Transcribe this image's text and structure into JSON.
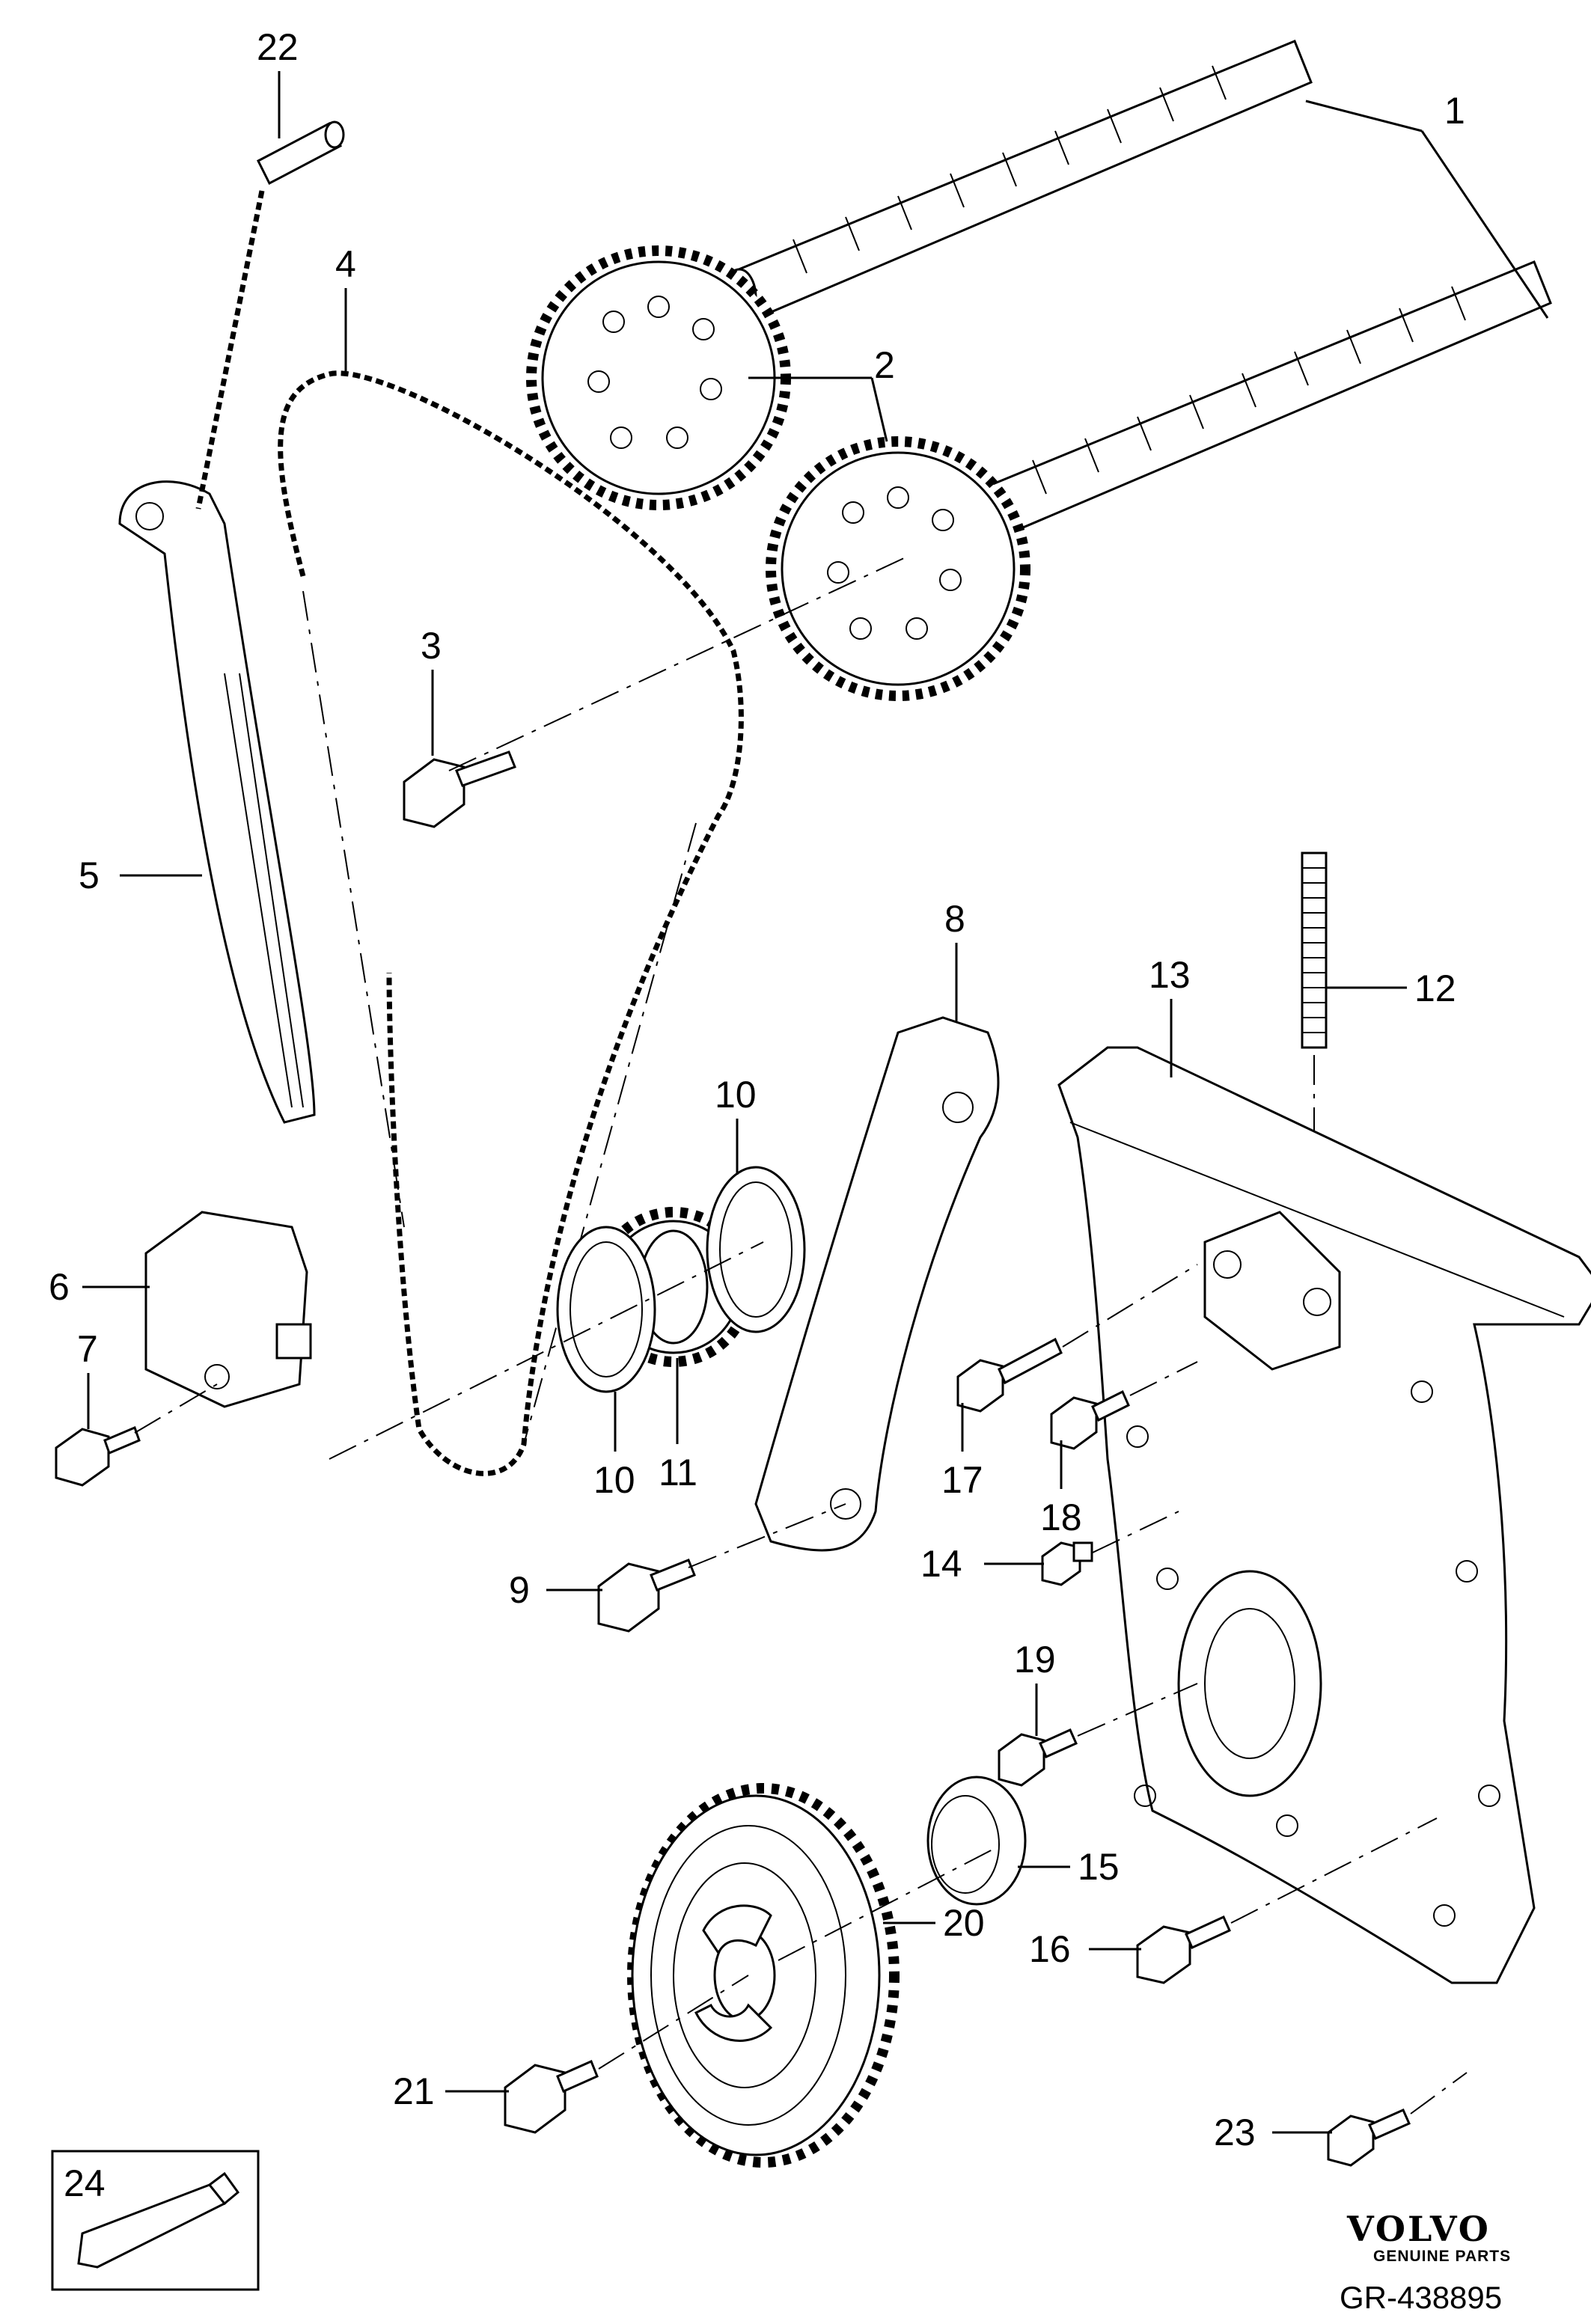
{
  "callouts": {
    "c1": "1",
    "c2": "2",
    "c3": "3",
    "c4": "4",
    "c5": "5",
    "c6": "6",
    "c7": "7",
    "c8": "8",
    "c9": "9",
    "c10a": "10",
    "c10b": "10",
    "c11": "11",
    "c12": "12",
    "c13": "13",
    "c14": "14",
    "c15": "15",
    "c16": "16",
    "c17": "17",
    "c18": "18",
    "c19": "19",
    "c20": "20",
    "c21": "21",
    "c22": "22",
    "c23": "23",
    "c24": "24"
  },
  "brand": {
    "name": "VOLVO",
    "tagline": "GENUINE PARTS",
    "reference": "GR-438895"
  }
}
